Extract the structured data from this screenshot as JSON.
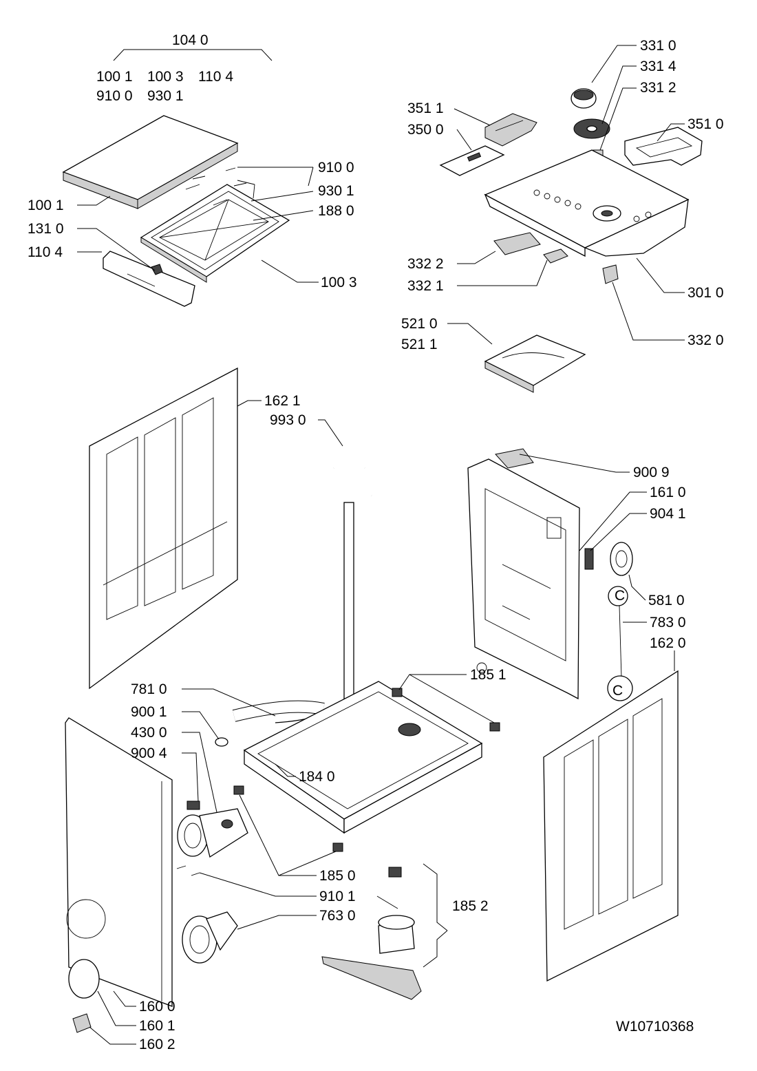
{
  "drawing_id": "W10710368",
  "callout_marker": "C",
  "labels": [
    {
      "key": "l1040",
      "text": "104 0"
    },
    {
      "key": "l1001a",
      "text": "100 1"
    },
    {
      "key": "l1003a",
      "text": "100 3"
    },
    {
      "key": "l1104a",
      "text": "110 4"
    },
    {
      "key": "l9100a",
      "text": "910 0"
    },
    {
      "key": "l9301a",
      "text": "930 1"
    },
    {
      "key": "l9100b",
      "text": "910 0"
    },
    {
      "key": "l9301b",
      "text": "930 1"
    },
    {
      "key": "l1880",
      "text": "188 0"
    },
    {
      "key": "l1001b",
      "text": "100 1"
    },
    {
      "key": "l1310",
      "text": "131 0"
    },
    {
      "key": "l1104b",
      "text": "110 4"
    },
    {
      "key": "l1003b",
      "text": "100 3"
    },
    {
      "key": "l3310",
      "text": "331 0"
    },
    {
      "key": "l3314",
      "text": "331 4"
    },
    {
      "key": "l3312",
      "text": "331 2"
    },
    {
      "key": "l3511",
      "text": "351 1"
    },
    {
      "key": "l3500",
      "text": "350 0"
    },
    {
      "key": "l3510",
      "text": "351 0"
    },
    {
      "key": "l3322",
      "text": "332 2"
    },
    {
      "key": "l3321",
      "text": "332 1"
    },
    {
      "key": "l3010",
      "text": "301 0"
    },
    {
      "key": "l3320",
      "text": "332 0"
    },
    {
      "key": "l5210",
      "text": "521 0"
    },
    {
      "key": "l5211",
      "text": "521 1"
    },
    {
      "key": "l1621",
      "text": "162 1"
    },
    {
      "key": "l9930",
      "text": "993 0"
    },
    {
      "key": "l9009",
      "text": "900 9"
    },
    {
      "key": "l1610",
      "text": "161 0"
    },
    {
      "key": "l9041",
      "text": "904 1"
    },
    {
      "key": "l5810",
      "text": "581 0"
    },
    {
      "key": "l7830",
      "text": "783 0"
    },
    {
      "key": "l1620",
      "text": "162 0"
    },
    {
      "key": "l7810",
      "text": "781 0"
    },
    {
      "key": "l1851",
      "text": "185 1"
    },
    {
      "key": "l9001",
      "text": "900 1"
    },
    {
      "key": "l4300",
      "text": "430 0"
    },
    {
      "key": "l9004",
      "text": "900 4"
    },
    {
      "key": "l1840",
      "text": "184 0"
    },
    {
      "key": "l1850",
      "text": "185 0"
    },
    {
      "key": "l9101",
      "text": "910 1"
    },
    {
      "key": "l7630",
      "text": "763 0"
    },
    {
      "key": "l1852",
      "text": "185 2"
    },
    {
      "key": "l1600",
      "text": "160 0"
    },
    {
      "key": "l1601",
      "text": "160 1"
    },
    {
      "key": "l1602",
      "text": "160 2"
    }
  ]
}
